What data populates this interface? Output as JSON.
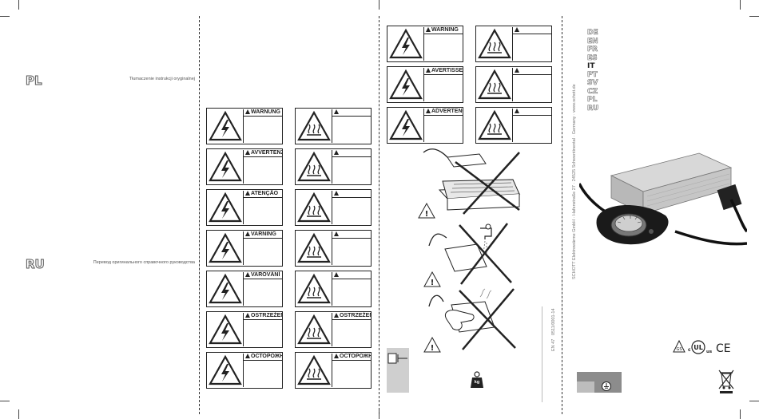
{
  "panel_left": {
    "languages": [
      {
        "code": "PL",
        "note": "Tłumaczenie instrukcji oryginalnej"
      },
      {
        "code": "RU",
        "note": "Перевод оригинального справочного руководства"
      }
    ]
  },
  "warnings_left": [
    {
      "label": "WARNUNG"
    },
    {
      "label": "AVVERTENZA"
    },
    {
      "label": "ATENÇÃO"
    },
    {
      "label": "VARNING"
    },
    {
      "label": "VAROVÁNÍ"
    },
    {
      "label": "OSTRZEŻENIE"
    },
    {
      "label": "ОСТОРОЖНО"
    }
  ],
  "warnings_hot_left": [
    {
      "label": ""
    },
    {
      "label": ""
    },
    {
      "label": ""
    },
    {
      "label": ""
    },
    {
      "label": ""
    },
    {
      "label": "OSTRZEŻENIE"
    },
    {
      "label": "ОСТОРОЖНО"
    }
  ],
  "warnings_right": [
    {
      "label": "WARNING"
    },
    {
      "label": "AVERTISSEMENT"
    },
    {
      "label": "ADVERTENCIA"
    }
  ],
  "warnings_hot_right": [
    {
      "label": ""
    },
    {
      "label": ""
    },
    {
      "label": ""
    }
  ],
  "cover": {
    "languages": [
      "DE",
      "EN",
      "FR",
      "ES",
      "IT",
      "PT",
      "SV",
      "CZ",
      "PL",
      "RU"
    ],
    "active_language": "IT",
    "vertical_text": "SCHOTT Elektrowärme GmbH · Hafenstraße 27 · 24525 Schwentinental · Germany · www.schott.de",
    "certifications": [
      "c",
      "UL",
      "us",
      "CE"
    ],
    "weee_icon": "crossed-bin-icon"
  },
  "side_codes": [
    "0511/0001-14",
    "EN 47"
  ],
  "weight_icon": {
    "text": "kg"
  },
  "icons": {
    "electric": "lightning-icon",
    "hot": "hot-surface-icon",
    "caution": "caution-icon"
  },
  "colors": {
    "ink": "#222222",
    "gray": "#cfcfcf",
    "outline": "#555555"
  }
}
